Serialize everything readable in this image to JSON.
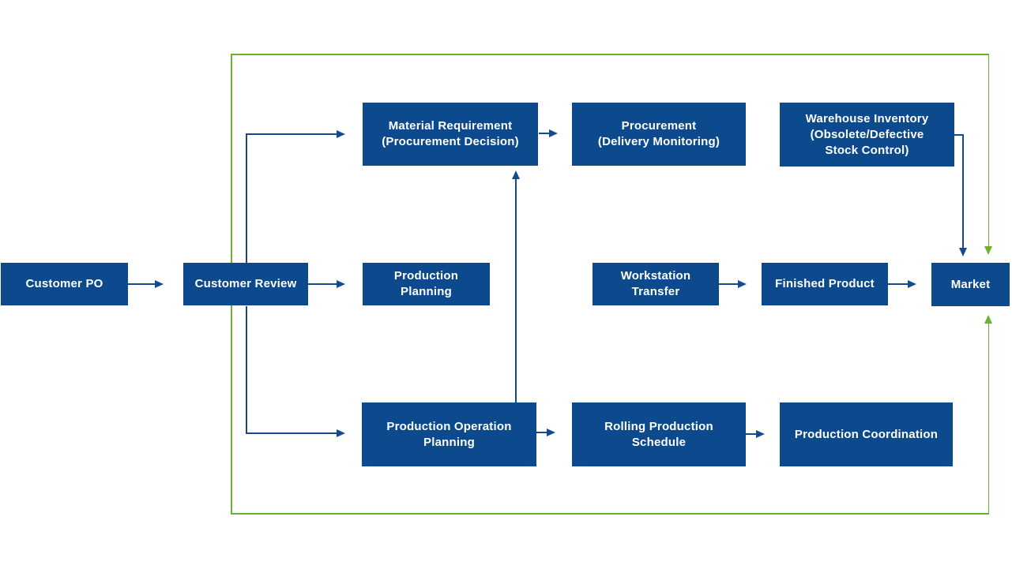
{
  "diagram": {
    "colors": {
      "background": "#FFFFFF",
      "node_fill": "#0D4A8D",
      "node_text": "#FFFFFF",
      "connector": "#154A8F",
      "loop_border": "#6CB32D"
    },
    "nodes": {
      "customer_po": {
        "label": "Customer PO"
      },
      "customer_review": {
        "label": "Customer Review"
      },
      "material_requirement": {
        "label": "Material Requirement\n(Procurement Decision)"
      },
      "procurement": {
        "label": "Procurement\n(Delivery Monitoring)"
      },
      "warehouse_inventory": {
        "label": "Warehouse Inventory\n(Obsolete/Defective\nStock Control)"
      },
      "production_planning": {
        "label": "Production\nPlanning"
      },
      "workstation_transfer": {
        "label": "Workstation\nTransfer"
      },
      "finished_product": {
        "label": "Finished Product"
      },
      "market": {
        "label": "Market"
      },
      "production_operation_planning": {
        "label": "Production Operation\nPlanning"
      },
      "rolling_production_schedule": {
        "label": "Rolling Production\nSchedule"
      },
      "production_coordination": {
        "label": "Production Coordination"
      }
    }
  }
}
